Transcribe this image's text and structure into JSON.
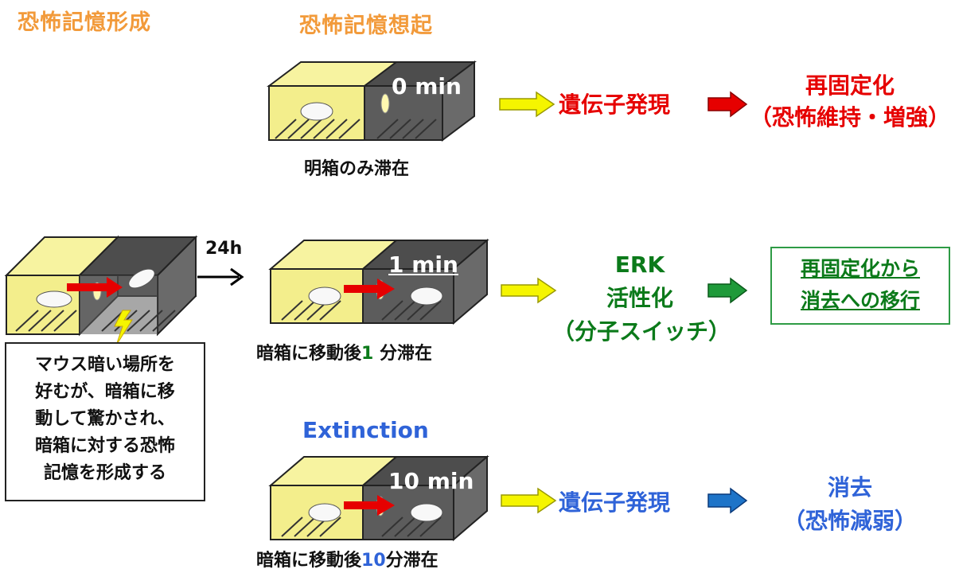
{
  "headers": {
    "formation": "恐怖記憶形成",
    "recall": "恐怖記憶想起"
  },
  "arrow_24h": "24h",
  "formation_note": [
    "マウス暗い場所を",
    "好むが、暗箱に移",
    "動して驚かされ、",
    "暗箱に対する恐怖",
    "記憶を形成する"
  ],
  "rows": [
    {
      "time": "0 min",
      "caption": "明箱のみ滞在",
      "step1": "遺伝子発現",
      "result_lines": [
        "再固定化",
        "（恐怖維持・増強）"
      ],
      "color": "#e60000"
    },
    {
      "time": "1 min",
      "caption_pre": "暗箱に移動後",
      "caption_num": "1",
      "caption_post": " 分滞在",
      "step1_lines": [
        "ERK",
        "活性化",
        "（分子スイッチ）"
      ],
      "result_lines": [
        "再固定化から",
        "消去への移行"
      ],
      "color": "#0b7a1a"
    },
    {
      "label": "Extinction",
      "time": "10 min",
      "caption_pre": "暗箱に移動後",
      "caption_num": "10",
      "caption_post": "分滞在",
      "step1": "遺伝子発現",
      "result_lines": [
        "消去",
        "（恐怖減弱）"
      ],
      "color": "#2f63d8"
    }
  ],
  "colors": {
    "header": "#f29a3a",
    "light_box": "#f7f3a0",
    "dark_box": "#5a5a5a",
    "yellow_arrow": "#f5f500",
    "red_arrow": "#e60000",
    "green_arrow": "#1f9a3a",
    "blue_arrow": "#1e74c8"
  }
}
